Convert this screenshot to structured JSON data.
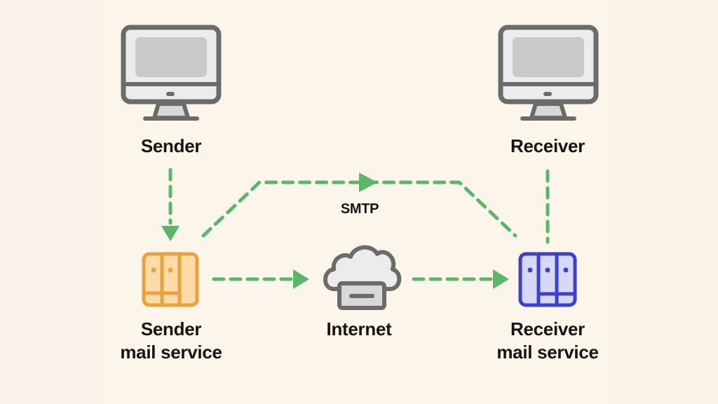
{
  "diagram": {
    "title": "Email delivery flow",
    "nodes": {
      "sender": {
        "label": "Sender",
        "icon": "desktop-computer-icon"
      },
      "receiver": {
        "label": "Receiver",
        "icon": "desktop-computer-icon"
      },
      "sender_mail_service": {
        "label_line1": "Sender",
        "label_line2": "mail service",
        "icon": "mail-server-icon",
        "color": "#e9a23b",
        "fill": "#fbdca8"
      },
      "internet": {
        "label": "Internet",
        "icon": "cloud-server-icon"
      },
      "receiver_mail_service": {
        "label_line1": "Receiver",
        "label_line2": "mail service",
        "icon": "mail-server-icon",
        "color": "#3d3fcf",
        "fill": "#d7d7f6"
      }
    },
    "edges": [
      {
        "from": "Sender",
        "to": "Sender mail service",
        "style": "dashed",
        "arrow": true
      },
      {
        "from": "Sender mail service",
        "to": "Receiver mail service",
        "style": "dashed",
        "arrow": true,
        "label": "SMTP"
      },
      {
        "from": "Sender mail service",
        "to": "Internet",
        "style": "dashed",
        "arrow": true
      },
      {
        "from": "Internet",
        "to": "Receiver mail service",
        "style": "dashed",
        "arrow": true
      },
      {
        "from": "Receiver mail service",
        "to": "Receiver",
        "style": "dashed",
        "arrow": false
      }
    ],
    "smtp_label": "SMTP",
    "colors": {
      "connector": "#5cb56a",
      "device_stroke": "#6b6b6b",
      "device_fill": "#ececec",
      "screen_fill": "#c9c9c9",
      "text": "#151515"
    }
  }
}
